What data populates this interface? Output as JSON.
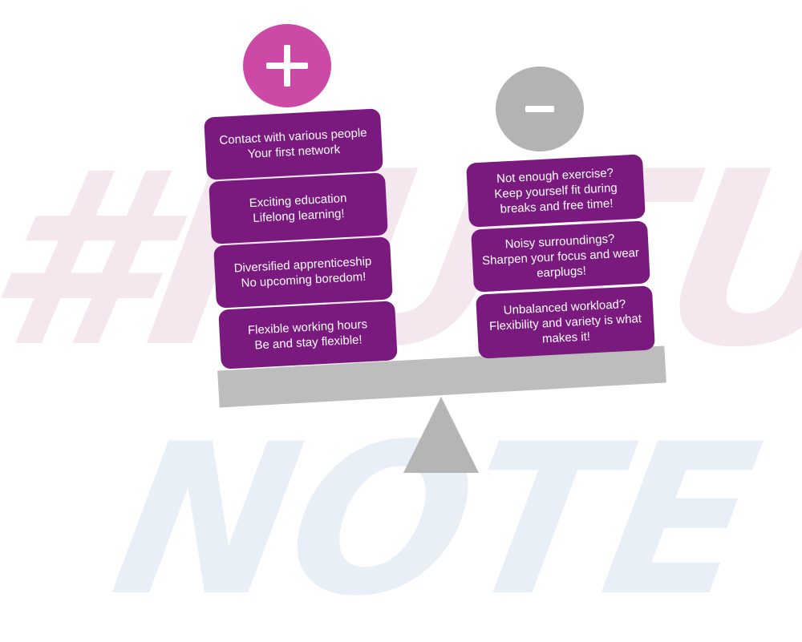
{
  "watermark": {
    "word1": "#FUTURE",
    "word2": "NOTE"
  },
  "plus_symbol": "+",
  "minus_symbol": "−",
  "pros": [
    {
      "line1": "Contact with various people",
      "line2": "Your first network"
    },
    {
      "line1": "Exciting education",
      "line2": "Lifelong learning!"
    },
    {
      "line1": "Diversified apprenticeship",
      "line2": "No upcoming boredom!"
    },
    {
      "line1": "Flexible working hours",
      "line2": "Be and stay flexible!"
    }
  ],
  "cons": [
    {
      "line1": "Not enough exercise?",
      "line2": "Keep yourself fit during",
      "line3": "breaks and free time!"
    },
    {
      "line1": "Noisy surroundings?",
      "line2": "Sharpen your focus and wear",
      "line3": "earplugs!"
    },
    {
      "line1": "Unbalanced workload?",
      "line2": "Flexibility and variety is what",
      "line3": "makes it!"
    }
  ],
  "colors": {
    "pro_box": "#7a1a7f",
    "pro_circle": "#cc4aa5",
    "con_circle": "#b3b3b3",
    "seesaw": "#bdbdbd"
  }
}
